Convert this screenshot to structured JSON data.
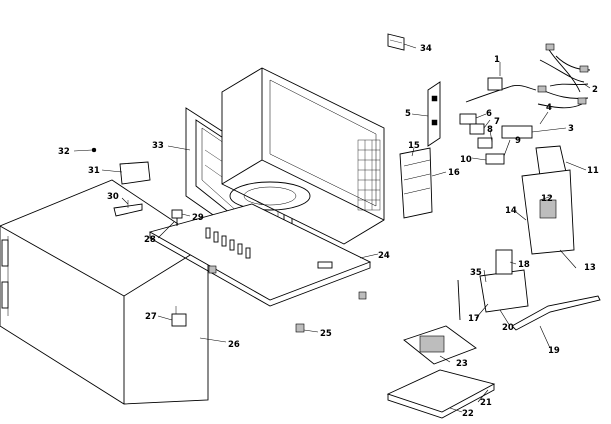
{
  "diagram": {
    "callouts": [
      {
        "id": "1",
        "text": "1"
      },
      {
        "id": "2",
        "text": "2"
      },
      {
        "id": "3",
        "text": "3"
      },
      {
        "id": "4",
        "text": "4"
      },
      {
        "id": "5",
        "text": "5"
      },
      {
        "id": "6",
        "text": "6"
      },
      {
        "id": "7",
        "text": "7"
      },
      {
        "id": "8",
        "text": "8"
      },
      {
        "id": "9",
        "text": "9"
      },
      {
        "id": "10",
        "text": "10"
      },
      {
        "id": "11",
        "text": "11"
      },
      {
        "id": "12",
        "text": "12"
      },
      {
        "id": "13",
        "text": "13"
      },
      {
        "id": "14",
        "text": "14"
      },
      {
        "id": "15",
        "text": "15"
      },
      {
        "id": "16",
        "text": "16"
      },
      {
        "id": "17",
        "text": "17"
      },
      {
        "id": "18",
        "text": "18"
      },
      {
        "id": "19",
        "text": "19"
      },
      {
        "id": "20",
        "text": "20"
      },
      {
        "id": "21",
        "text": "21"
      },
      {
        "id": "22",
        "text": "22"
      },
      {
        "id": "23",
        "text": "23"
      },
      {
        "id": "24",
        "text": "24"
      },
      {
        "id": "25",
        "text": "25"
      },
      {
        "id": "26",
        "text": "26"
      },
      {
        "id": "27",
        "text": "27"
      },
      {
        "id": "28",
        "text": "28"
      },
      {
        "id": "29",
        "text": "29"
      },
      {
        "id": "30",
        "text": "30"
      },
      {
        "id": "31",
        "text": "31"
      },
      {
        "id": "32",
        "text": "32"
      },
      {
        "id": "33",
        "text": "33"
      },
      {
        "id": "34",
        "text": "34"
      },
      {
        "id": "35",
        "text": "35"
      }
    ]
  }
}
